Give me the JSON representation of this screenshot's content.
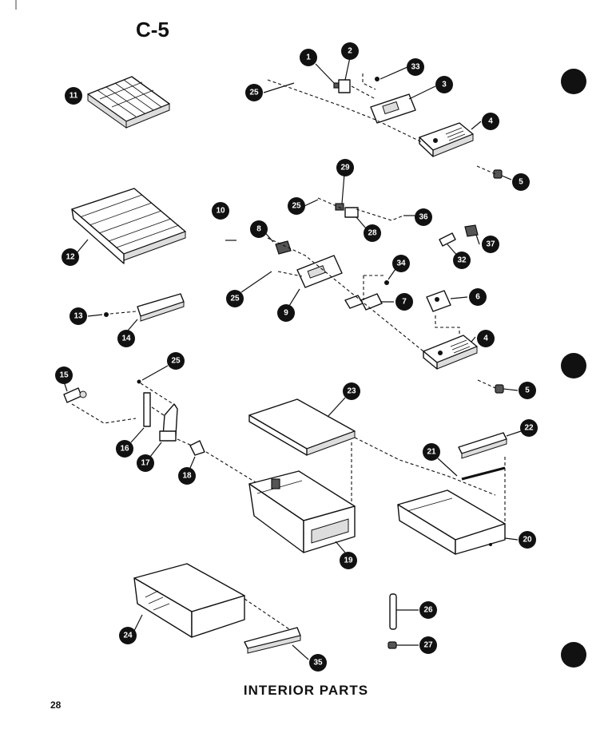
{
  "section_code": "C-5",
  "page_title": "INTERIOR PARTS",
  "page_number": "28",
  "callouts": {
    "c1": "1",
    "c2": "2",
    "c33": "33",
    "c25a": "25",
    "c3": "3",
    "c4a": "4",
    "c5a": "5",
    "c11": "11",
    "c12": "12",
    "c10": "10",
    "c8": "8",
    "c29": "29",
    "c25b": "25",
    "c28": "28",
    "c36": "36",
    "c37": "37",
    "c32": "32",
    "c34": "34",
    "c25c": "25",
    "c9": "9",
    "c7": "7",
    "c6": "6",
    "c4b": "4",
    "c5b": "5",
    "c13": "13",
    "c14": "14",
    "c15": "15",
    "c25d": "25",
    "c16": "16",
    "c17": "17",
    "c18": "18",
    "c23": "23",
    "c22": "22",
    "c21": "21",
    "c19": "19",
    "c20": "20",
    "c24": "24",
    "c26": "26",
    "c27": "27",
    "c35": "35"
  },
  "colors": {
    "ink": "#111111",
    "paper": "#ffffff"
  }
}
